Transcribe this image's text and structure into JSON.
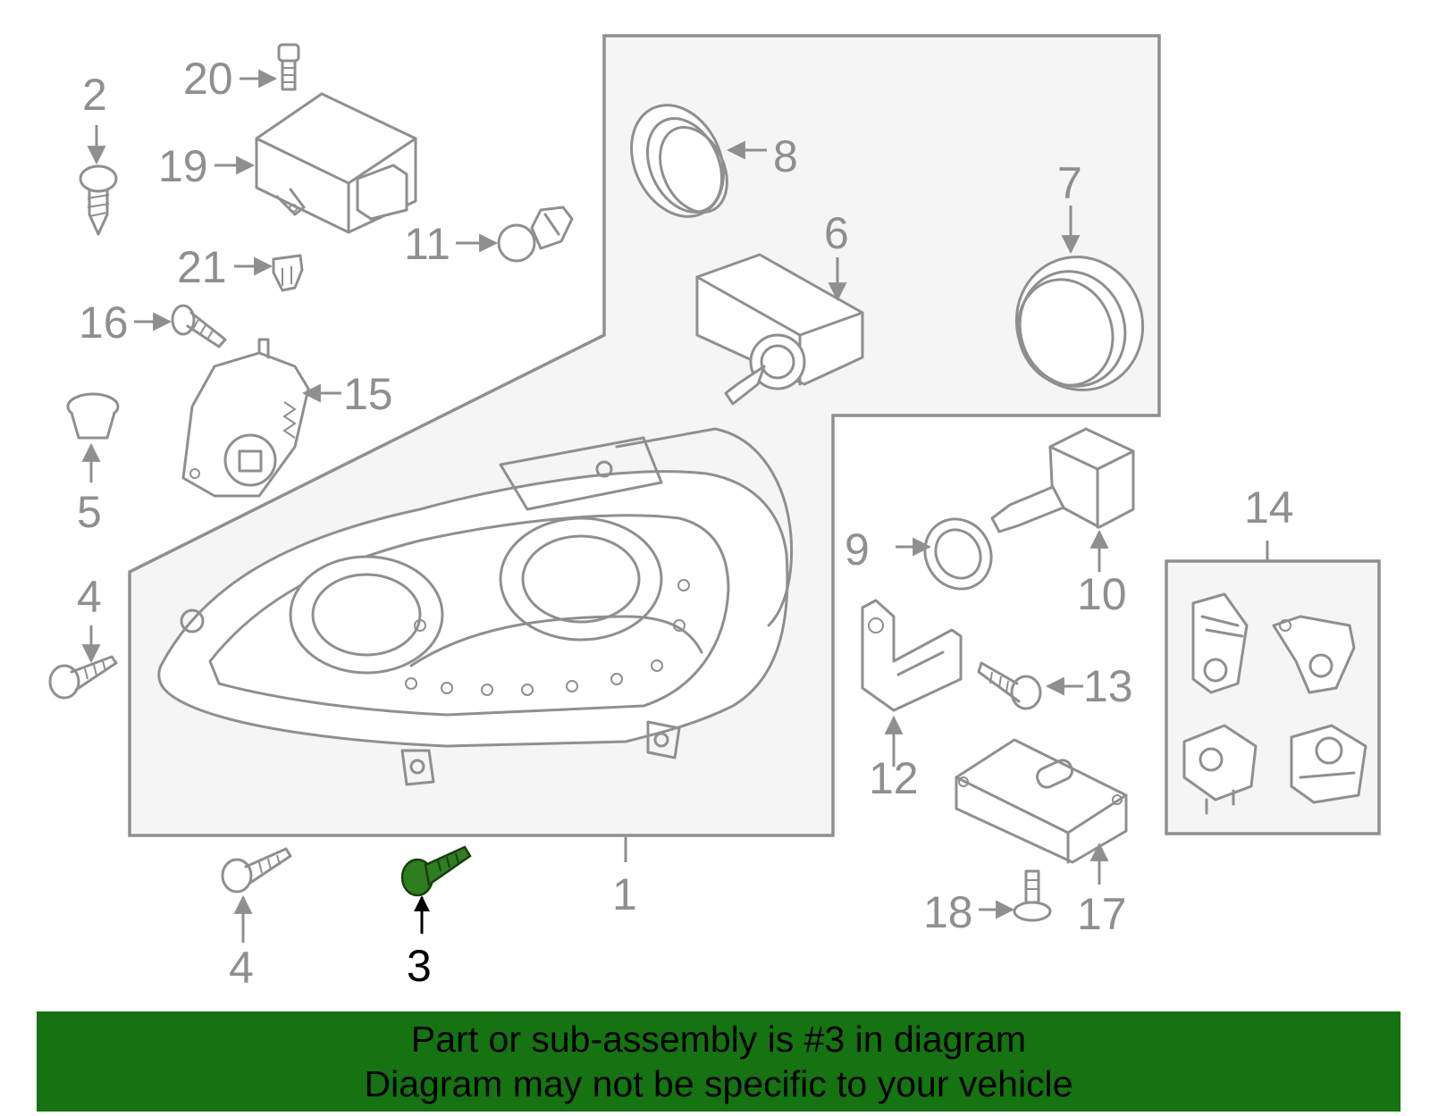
{
  "diagram": {
    "labels": {
      "p1": "1",
      "p2": "2",
      "p3": "3",
      "p4a": "4",
      "p4b": "4",
      "p5": "5",
      "p6": "6",
      "p7": "7",
      "p8": "8",
      "p9": "9",
      "p10": "10",
      "p11": "11",
      "p12": "12",
      "p13": "13",
      "p14": "14",
      "p15": "15",
      "p16": "16",
      "p17": "17",
      "p18": "18",
      "p19": "19",
      "p20": "20",
      "p21": "21"
    },
    "highlighted_part": "3",
    "highlight_color": "#2e7d1f",
    "line_color": "#8f8f8f"
  },
  "banner": {
    "line1": "Part or sub-assembly is #3 in diagram",
    "line2": "Diagram may not be specific to your vehicle",
    "color": "#157312"
  }
}
